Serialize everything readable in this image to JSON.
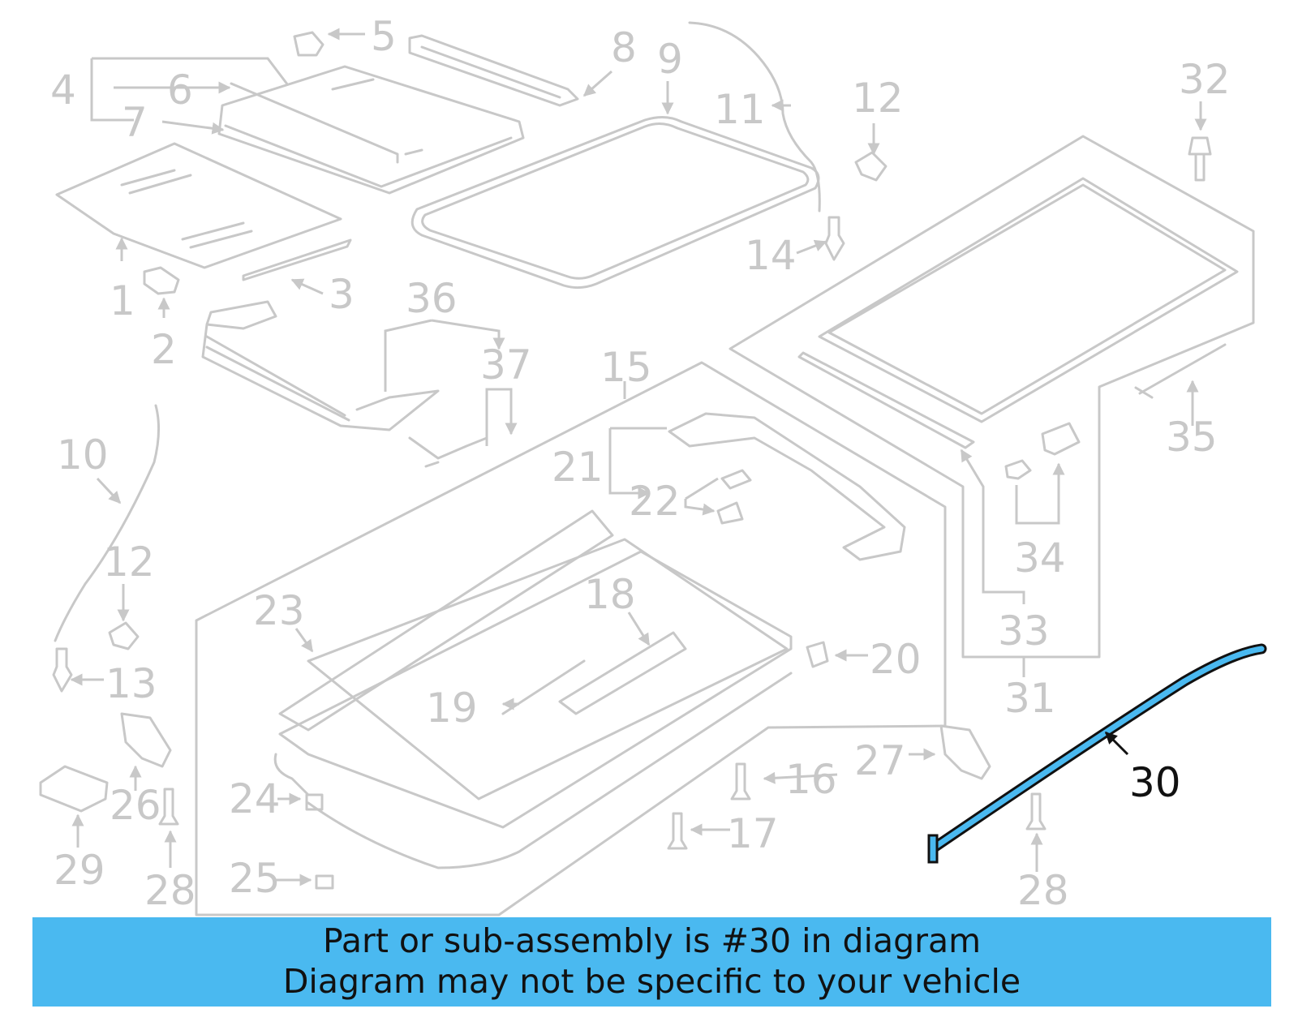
{
  "highlight": {
    "part_number": "30",
    "color": "#4ab9f0"
  },
  "banner": {
    "line1": "Part or sub-assembly is #30 in diagram",
    "line2": "Diagram may not be specific to your vehicle",
    "background_color": "#4ab9f0"
  },
  "colors": {
    "diagram_gray": "#c8c8c8",
    "highlight_text": "#111111"
  },
  "callouts": {
    "c1": "1",
    "c2": "2",
    "c3": "3",
    "c4": "4",
    "c5": "5",
    "c6": "6",
    "c7": "7",
    "c8": "8",
    "c9": "9",
    "c10": "10",
    "c11": "11",
    "c12a": "12",
    "c12b": "12",
    "c13": "13",
    "c14": "14",
    "c15": "15",
    "c16": "16",
    "c17": "17",
    "c18": "18",
    "c19": "19",
    "c20": "20",
    "c21": "21",
    "c22": "22",
    "c23": "23",
    "c24": "24",
    "c25": "25",
    "c26": "26",
    "c27": "27",
    "c28a": "28",
    "c28b": "28",
    "c29": "29",
    "c30": "30",
    "c31": "31",
    "c32": "32",
    "c33": "33",
    "c34": "34",
    "c35": "35",
    "c36": "36",
    "c37": "37"
  }
}
